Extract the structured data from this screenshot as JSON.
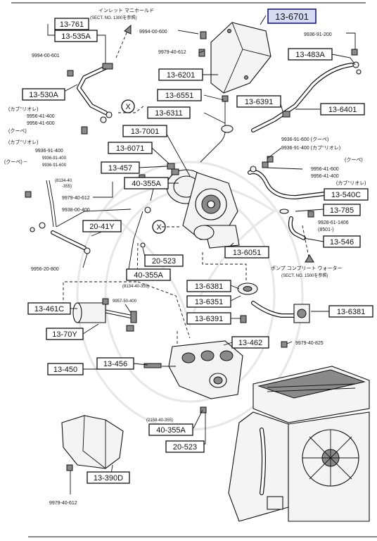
{
  "labels": {
    "inlet_manifold_note": "インレット マニホールド",
    "inlet_manifold_sect": "(SECT. NO. 1300を参照)",
    "water_pump_note": "ポンプ コンプリート ウォーター",
    "water_pump_sect": "(SECT. NO. 1500を参照)",
    "x_mark": "X"
  },
  "boxed_parts": [
    {
      "id": "13-761"
    },
    {
      "id": "13-535A"
    },
    {
      "id": "13-6701",
      "highlighted": true
    },
    {
      "id": "13-483A"
    },
    {
      "id": "13-6201"
    },
    {
      "id": "13-530A"
    },
    {
      "id": "13-6551"
    },
    {
      "id": "13-6391"
    },
    {
      "id": "13-6311"
    },
    {
      "id": "13-6401"
    },
    {
      "id": "13-7001"
    },
    {
      "id": "13-6071"
    },
    {
      "id": "13-457"
    },
    {
      "id": "40-355A"
    },
    {
      "id": "13-540C"
    },
    {
      "id": "13-785"
    },
    {
      "id": "20-41Y"
    },
    {
      "id": "13-546"
    },
    {
      "id": "20-523"
    },
    {
      "id": "13-6051"
    },
    {
      "id": "40-355A"
    },
    {
      "id": "13-6381"
    },
    {
      "id": "13-6351"
    },
    {
      "id": "13-6391"
    },
    {
      "id": "13-461C"
    },
    {
      "id": "13-6381"
    },
    {
      "id": "13-70Y"
    },
    {
      "id": "13-462"
    },
    {
      "id": "13-450"
    },
    {
      "id": "13-456"
    },
    {
      "id": "40-355A"
    },
    {
      "id": "20-523"
    },
    {
      "id": "13-390D"
    }
  ],
  "plain_parts": [
    "9994-00-600",
    "9936-91-200",
    "9979-40-612",
    "9994-00-601",
    "(カブ°リオレ)",
    "9956-41-400",
    "9956-41-600",
    "(クーペ)",
    "(カブ°リオレ)",
    "9936-91-400",
    "(クーペ) ─",
    "9936-91-400",
    "9936-91-600",
    "9936-91-600 (クーペ)",
    "9936-91-400 (カブ°リオレ)",
    "(クーペ)",
    "9956-41-600",
    "9956-41-400",
    "(カブ°リオレ)",
    "(8134-40",
    "-355)",
    "9979-40-612",
    "9938-00-400",
    "9928-61-1406",
    "(8501-)",
    "9956-20-800",
    "(8134-40-355)",
    "9957-50-400",
    "9979-40-825",
    "(2158-40-355)",
    "9979-40-612"
  ]
}
